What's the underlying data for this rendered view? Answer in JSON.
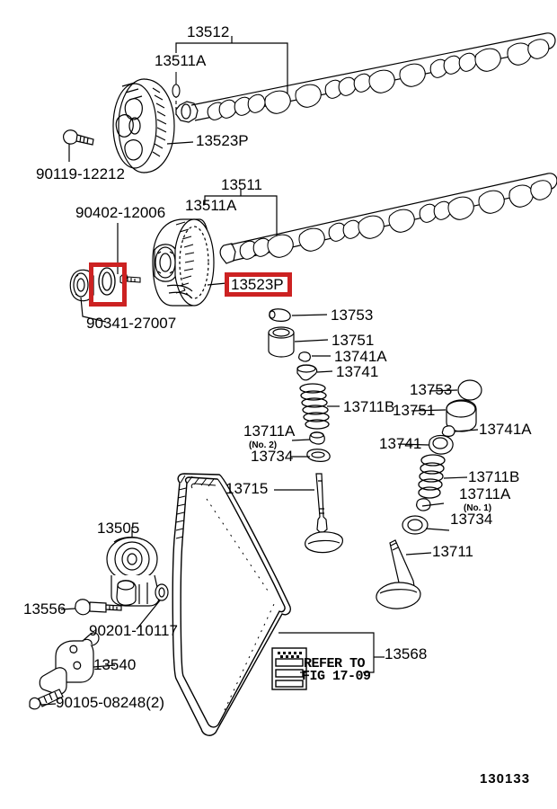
{
  "diagram": {
    "number": "130133",
    "refer_box": {
      "line1": "REFER TO",
      "line2": "FIG 17-09"
    }
  },
  "labels": {
    "camshaft_top_bracket": "13512",
    "camshaft_top_key": "13511A",
    "camshaft_top_pulley": "13523P",
    "bolt_top": "90119-12212",
    "camshaft_bottom_bracket": "13511",
    "camshaft_bottom_key": "13511A",
    "oring_seal": "90402-12006",
    "oil_seal": "90341-27007",
    "camshaft_bottom_pulley": "13523P",
    "valve_left": {
      "shim": "13753",
      "lifter": "13751",
      "retainer_lock": "13741A",
      "retainer": "13741",
      "spring": "13711B",
      "seat": "13711A",
      "seat_note": "(No. 2)",
      "oil_seal": "13734",
      "valve": "13715"
    },
    "valve_right": {
      "shim": "13753",
      "lifter": "13751",
      "retainer_lock": "13741A",
      "retainer": "13741",
      "spring": "13711B",
      "seat": "13711A",
      "seat_note": "(No. 1)",
      "oil_seal": "13734",
      "valve": "13711"
    },
    "tensioner": "13505",
    "tensioner_bolt": "13556",
    "tensioner_washer": "90201-10117",
    "damper": "13540",
    "damper_bolt": "90105-08248(2)",
    "timing_belt": "13568"
  },
  "highlights": {
    "seal_box": {
      "color": "#cc2222"
    },
    "pulley_label_box": {
      "color": "#cc2222",
      "text": "13523P"
    }
  }
}
